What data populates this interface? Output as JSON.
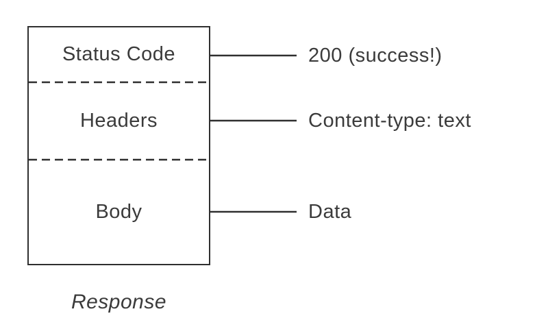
{
  "diagram": {
    "caption": "Response",
    "sections": [
      {
        "label": "Status Code",
        "annotation": "200 (success!)"
      },
      {
        "label": "Headers",
        "annotation": "Content-type: text"
      },
      {
        "label": "Body",
        "annotation": "Data"
      }
    ],
    "colors": {
      "line": "#2f2f2f",
      "text": "#3b3b3b",
      "background": "#ffffff"
    }
  }
}
